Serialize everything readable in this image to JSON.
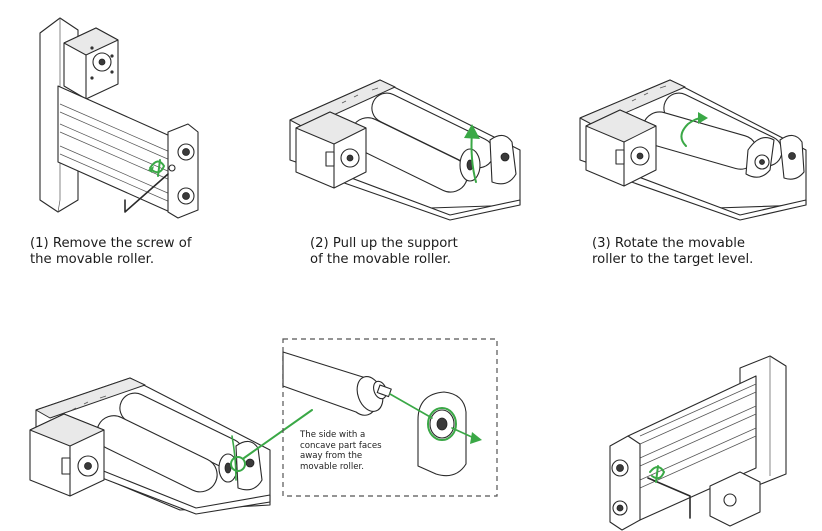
{
  "steps": [
    {
      "line1": "(1) Remove the screw of",
      "line2": "the movable roller."
    },
    {
      "line1": "(2) Pull up the support",
      "line2": "of the movable roller."
    },
    {
      "line1": "(3) Rotate the movable",
      "line2": "roller to the target level."
    }
  ],
  "callout": {
    "line1": "The side with a",
    "line2": "concave part faces",
    "line3": "away from the",
    "line4": "movable roller."
  },
  "colors": {
    "accent": "#3aa846",
    "line": "#2a2a2a",
    "dashed_box": "#555555"
  }
}
